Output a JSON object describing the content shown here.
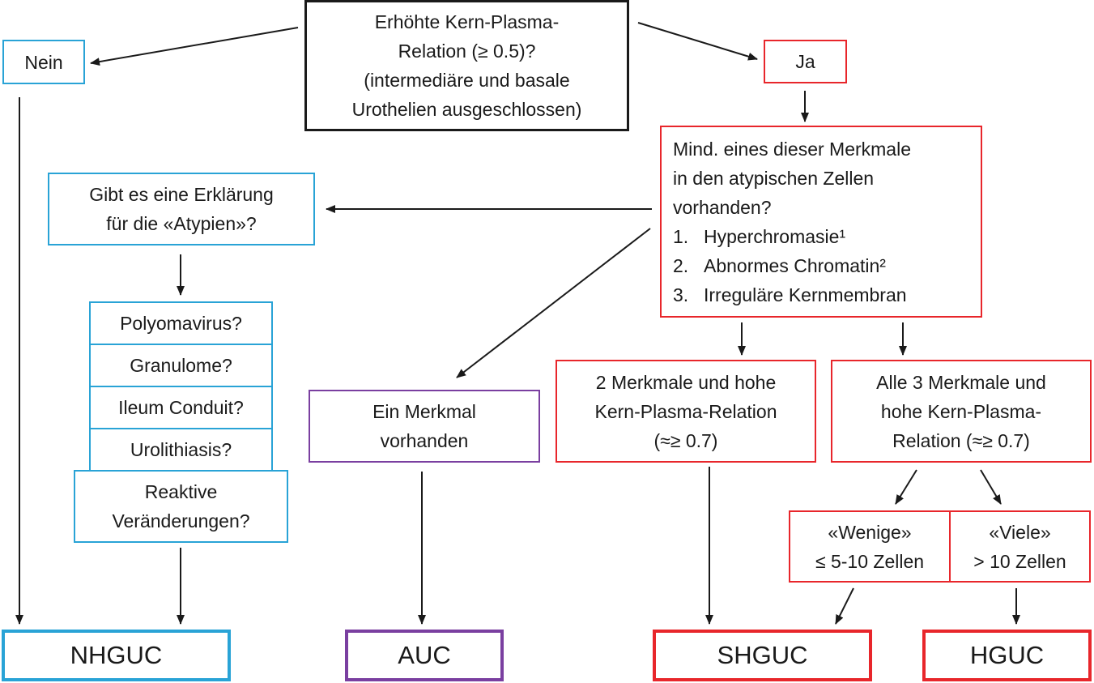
{
  "start": {
    "lines": [
      "Erhöhte Kern-Plasma-",
      "Relation (≥ 0.5)?",
      "(intermediäre und basale",
      "Urothelien ausgeschlossen)"
    ]
  },
  "nein": "Nein",
  "ja": "Ja",
  "merkmale": {
    "lines": [
      "Mind. eines dieser Merkmale",
      "in den atypischen Zellen",
      "vorhanden?"
    ],
    "items": [
      {
        "num": "1.",
        "text": "Hyperchromasie¹"
      },
      {
        "num": "2.",
        "text": "Abnormes Chromatin²"
      },
      {
        "num": "3.",
        "text": "Irreguläre Kernmembran"
      }
    ]
  },
  "erklaerung": {
    "lines": [
      "Gibt es eine Erklärung",
      "für die «Atypien»?"
    ]
  },
  "causes": [
    "Polyomavirus?",
    "Granulome?",
    "Ileum Conduit?",
    "Urolithiasis?"
  ],
  "reaktive": {
    "lines": [
      "Reaktive",
      "Veränderungen?"
    ]
  },
  "ein_merkmal": {
    "lines": [
      "Ein Merkmal",
      "vorhanden"
    ]
  },
  "zwei_merkmale": {
    "lines": [
      "2 Merkmale und hohe",
      "Kern-Plasma-Relation",
      "(≈≥ 0.7)"
    ]
  },
  "drei_merkmale": {
    "lines": [
      "Alle 3 Merkmale und",
      "hohe Kern-Plasma-",
      "Relation (≈≥ 0.7)"
    ]
  },
  "wenige": {
    "lines": [
      "«Wenige»",
      "≤ 5-10 Zellen"
    ]
  },
  "viele": {
    "lines": [
      "«Viele»",
      "> 10 Zellen"
    ]
  },
  "outcomes": {
    "nhguc": "NHGUC",
    "auc": "AUC",
    "shguc": "SHGUC",
    "hguc": "HGUC"
  },
  "colors": {
    "blue": "#29a3d6",
    "red": "#e8262b",
    "purple": "#7a3fa0",
    "black": "#1a1a1a"
  }
}
